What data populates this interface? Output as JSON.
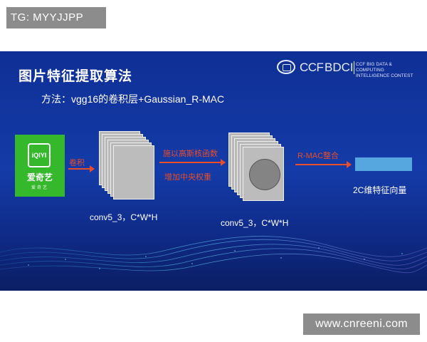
{
  "tag_text": "TG: MYYJJPP",
  "watermark_text": "www.cnreeni.com",
  "slide": {
    "title": "图片特征提取算法",
    "subtitle": "方法：vgg16的卷积层+Gaussian_R-MAC",
    "logo": {
      "ccf": "CCF",
      "bdci": "BDCI",
      "line1": "CCF BIG DATA & COMPUTING",
      "line2": "INTELLIGENCE CONTEST"
    }
  },
  "diagram": {
    "input_logo": {
      "mark": "iQIYI",
      "cn": "爱奇艺",
      "en": "爱奇艺"
    },
    "arrow1_label": "卷积",
    "stack1_label": "conv5_3，C*W*H",
    "arrow2_label_top": "施以高斯核函数",
    "arrow2_label_bottom": "增加中央权重",
    "stack2_label": "conv5_3，C*W*H",
    "arrow3_label": "R-MAC整合",
    "output_label": "2C维特征向量"
  },
  "colors": {
    "slide_bg": "#143ba8",
    "arrow": "#e94e2a",
    "feature_bar": "#56a6e0",
    "iqiyi_green": "#35b82c"
  }
}
